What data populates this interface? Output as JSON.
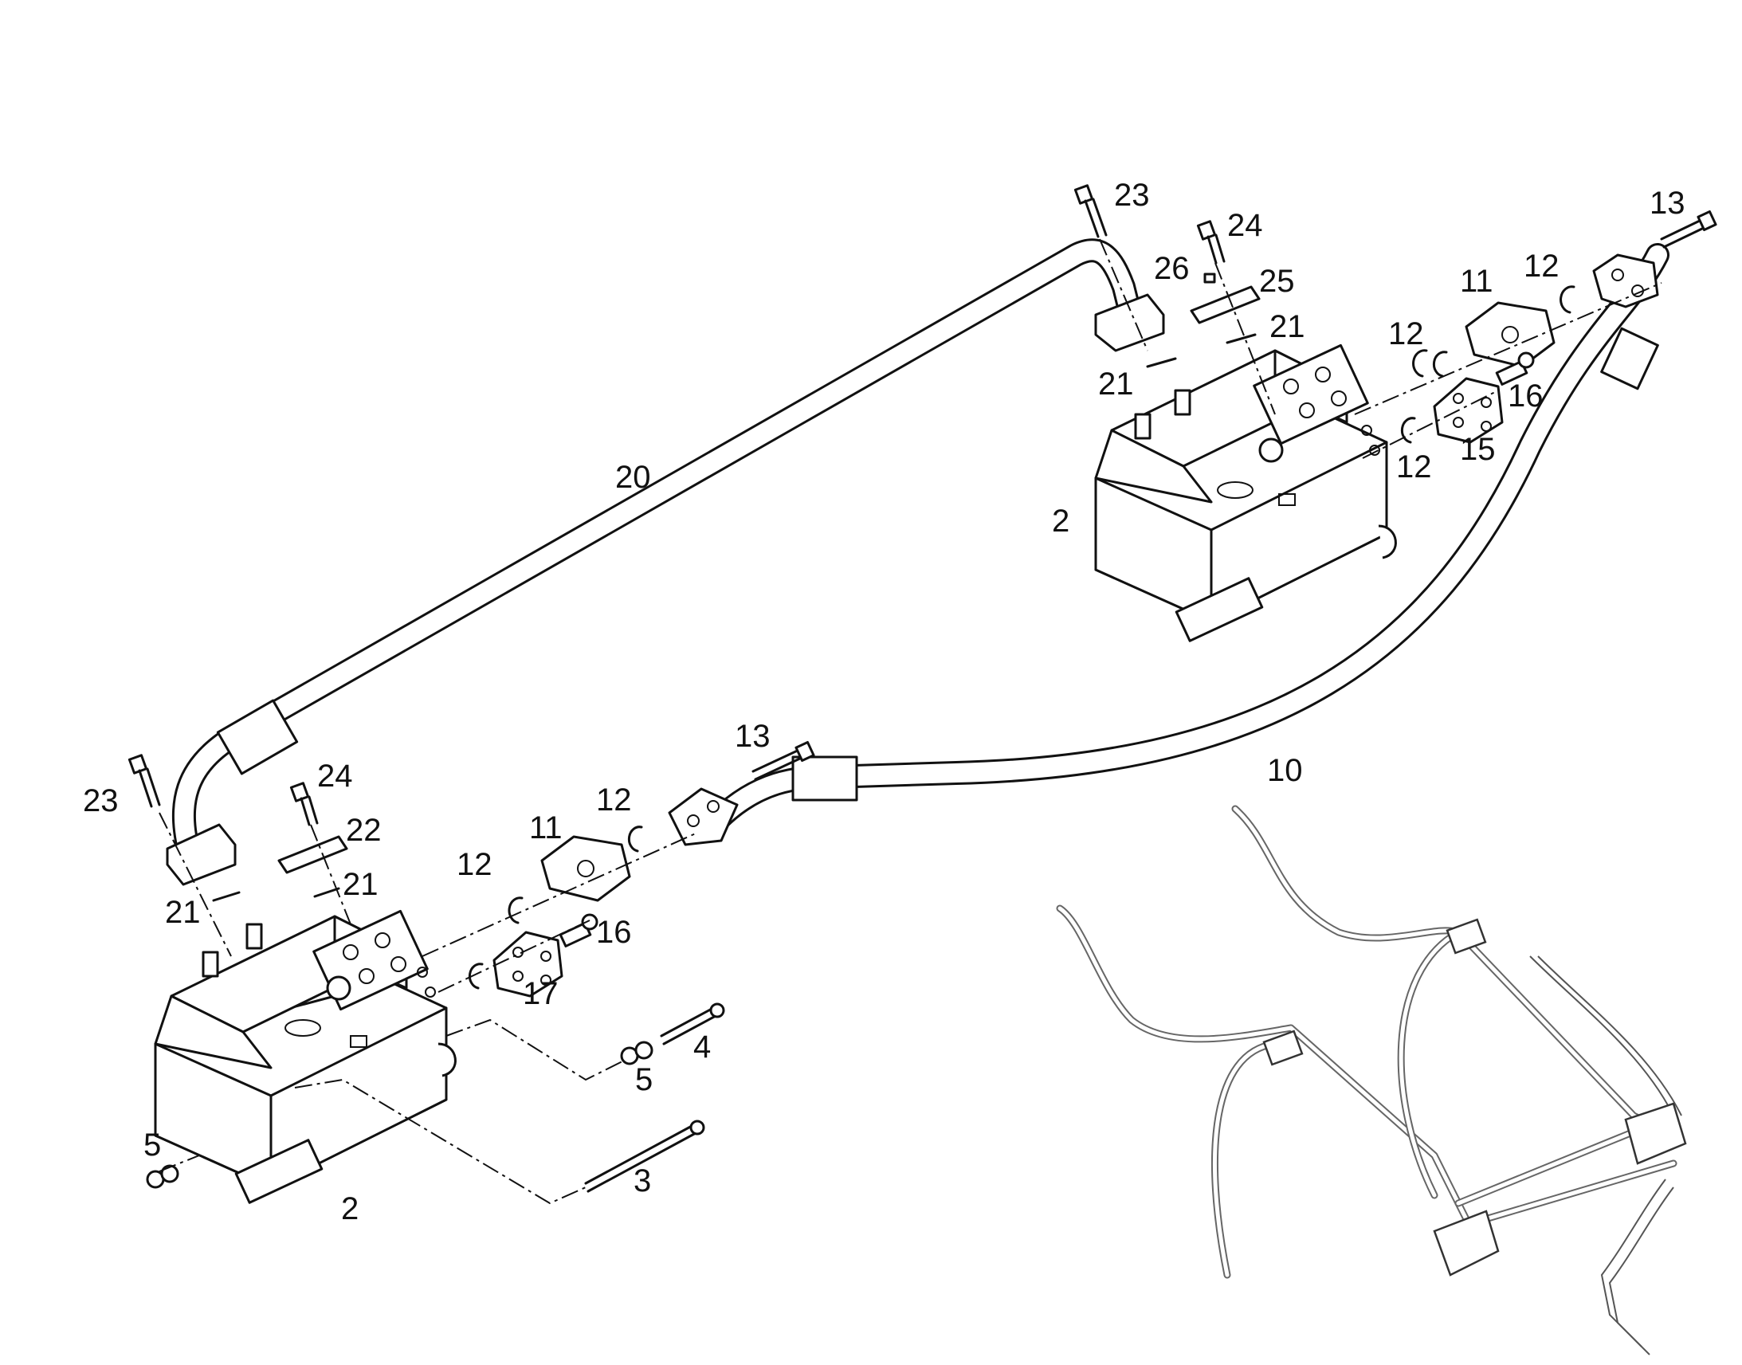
{
  "callouts": {
    "c2a": "2",
    "c2b": "2",
    "c3": "3",
    "c4": "4",
    "c5a": "5",
    "c5b": "5",
    "c10": "10",
    "c11a": "11",
    "c11b": "11",
    "c12a": "12",
    "c12b": "12",
    "c12c": "12",
    "c12d": "12",
    "c12e": "12",
    "c13a": "13",
    "c13b": "13",
    "c15": "15",
    "c16a": "16",
    "c16b": "16",
    "c17": "17",
    "c20": "20",
    "c21a": "21",
    "c21b": "21",
    "c21c": "21",
    "c21d": "21",
    "c22": "22",
    "c23a": "23",
    "c23b": "23",
    "c24a": "24",
    "c24b": "24",
    "c25": "25",
    "c26": "26"
  }
}
